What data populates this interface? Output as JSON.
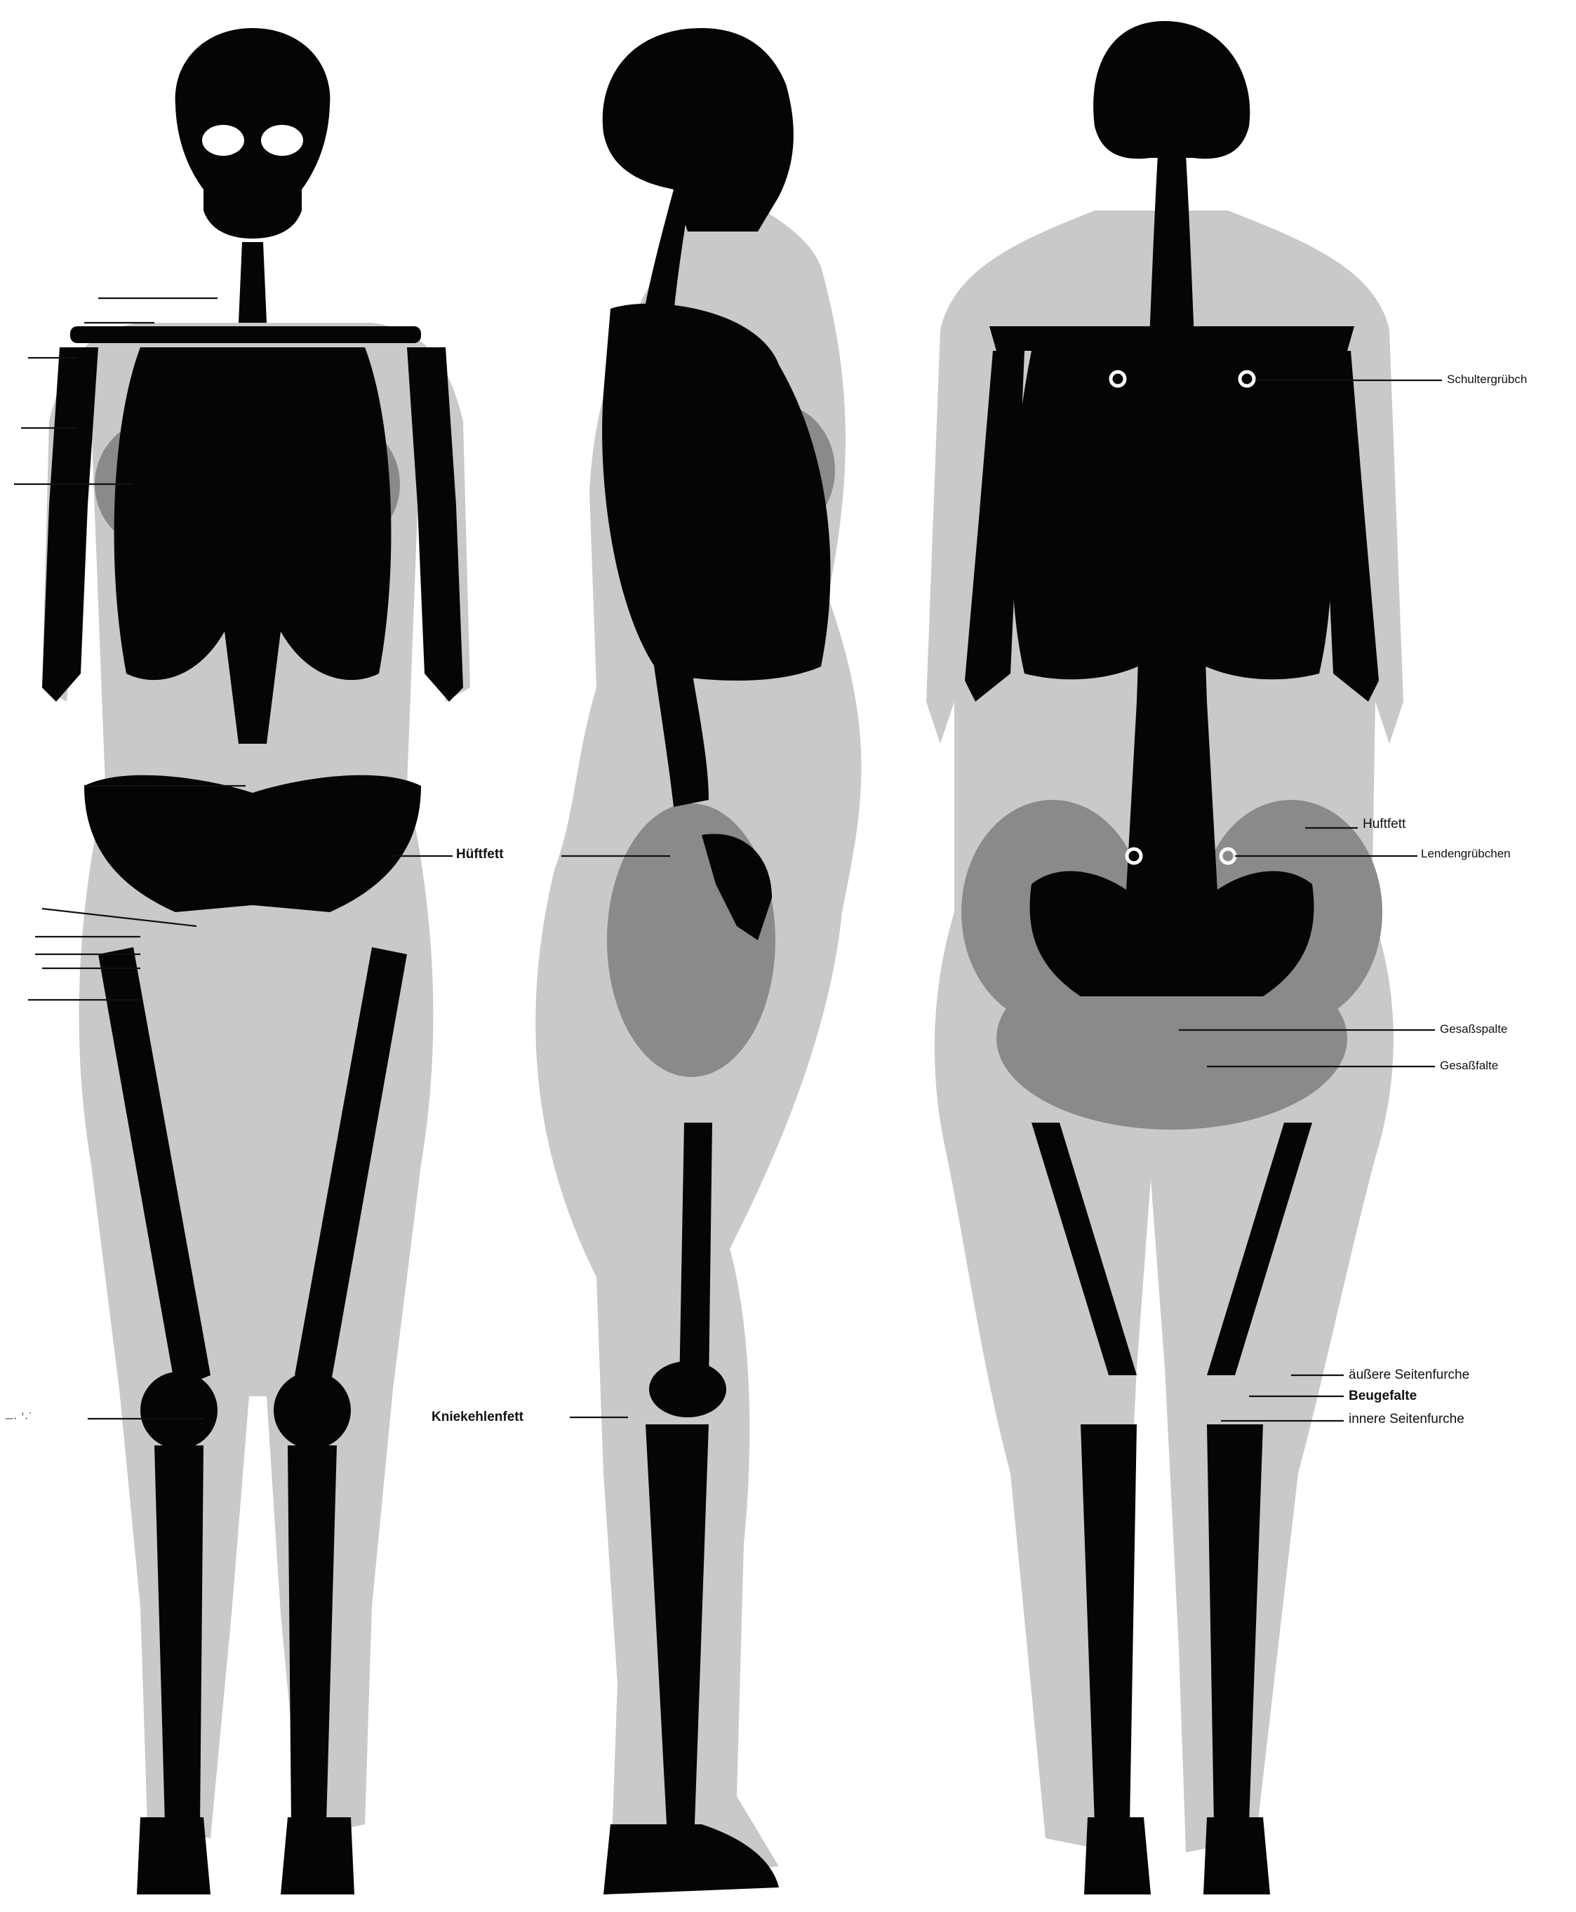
{
  "labels": {
    "front_knee": "–· ’·˙",
    "side_hip": "Hüftfett",
    "side_knee": "Kniekehlenfett",
    "back_shoulder": "Schultergrübch",
    "back_hip_fat": "Huftfett",
    "back_lumbar": "Lendengrübchen",
    "back_gluteal_fold_1": "Gesaßspalte",
    "back_gluteal_fold_2": "Gesaßfalte",
    "back_outer_furrow": "äußere Seitenfurche",
    "back_flexion_fold": "Beugefalte",
    "back_inner_furrow": "innere Seitenfurche"
  },
  "colors": {
    "background": "#ffffff",
    "bone": "#050505",
    "fat_light": "#c9c9c9",
    "fat_dark": "#8a8a8a"
  }
}
